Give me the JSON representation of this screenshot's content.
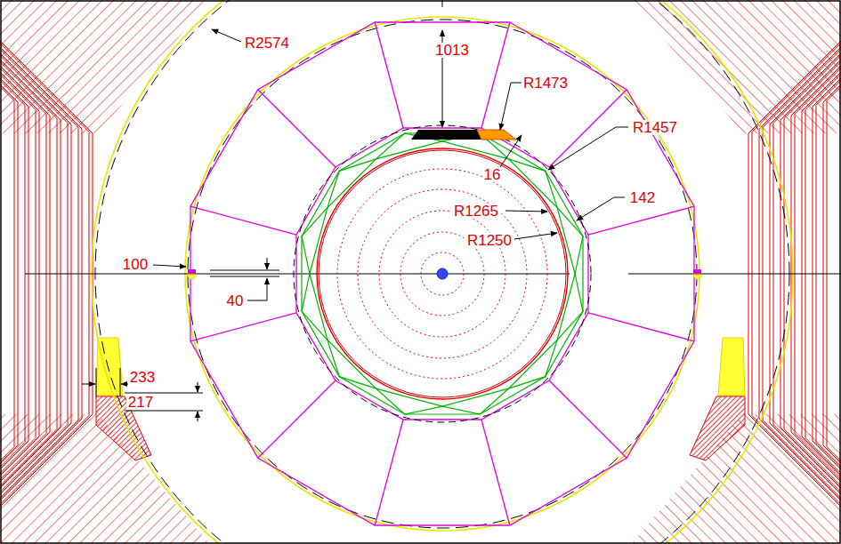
{
  "diagram": {
    "labels": [
      "1013",
      "R2574",
      "R1473",
      "R1457",
      "16",
      "142",
      "R1265",
      "R1250",
      "100",
      "40",
      "233",
      "217"
    ]
  }
}
